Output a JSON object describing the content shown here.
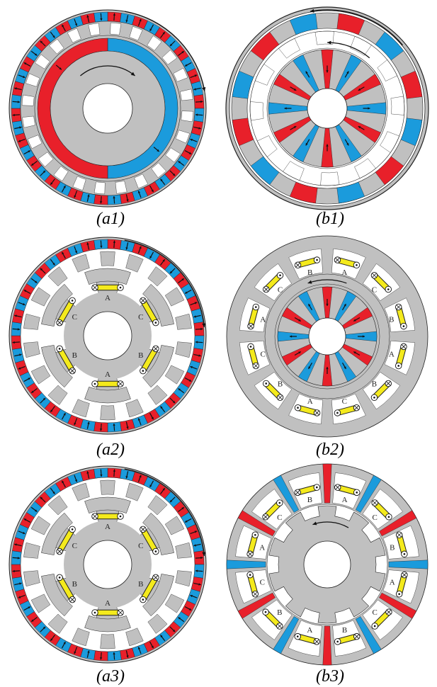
{
  "figure": {
    "colors": {
      "red": "#e8202a",
      "blue": "#1b9bdc",
      "iron": "#c0c0c0",
      "iron_dark": "#9a9a9a",
      "coil": "#f4ea1c",
      "slot": "#ffffff",
      "outline": "#222222"
    },
    "panels": [
      {
        "id": "a1",
        "caption": "(a1)",
        "kind": "pm-ring-dual"
      },
      {
        "id": "b1",
        "caption": "(b1)",
        "kind": "pm-spoke-dual"
      },
      {
        "id": "a2",
        "caption": "(a2)",
        "kind": "wound-6-ring",
        "phases": [
          "A",
          "C",
          "B",
          "A",
          "B",
          "C"
        ]
      },
      {
        "id": "b2",
        "caption": "(b2)",
        "kind": "wound-12-spoke",
        "phases": [
          "A",
          "C",
          "B",
          "A",
          "B",
          "C",
          "A",
          "B",
          "C",
          "A",
          "C",
          "B"
        ]
      },
      {
        "id": "a3",
        "caption": "(a3)",
        "kind": "wound-6-ring",
        "phases": [
          "A",
          "C",
          "B",
          "A",
          "B",
          "C"
        ]
      },
      {
        "id": "b3",
        "caption": "(b3)",
        "kind": "wound-12-stator",
        "phases": [
          "A",
          "C",
          "B",
          "A",
          "C",
          "B",
          "A",
          "B",
          "C",
          "A",
          "C",
          "B"
        ]
      }
    ]
  }
}
